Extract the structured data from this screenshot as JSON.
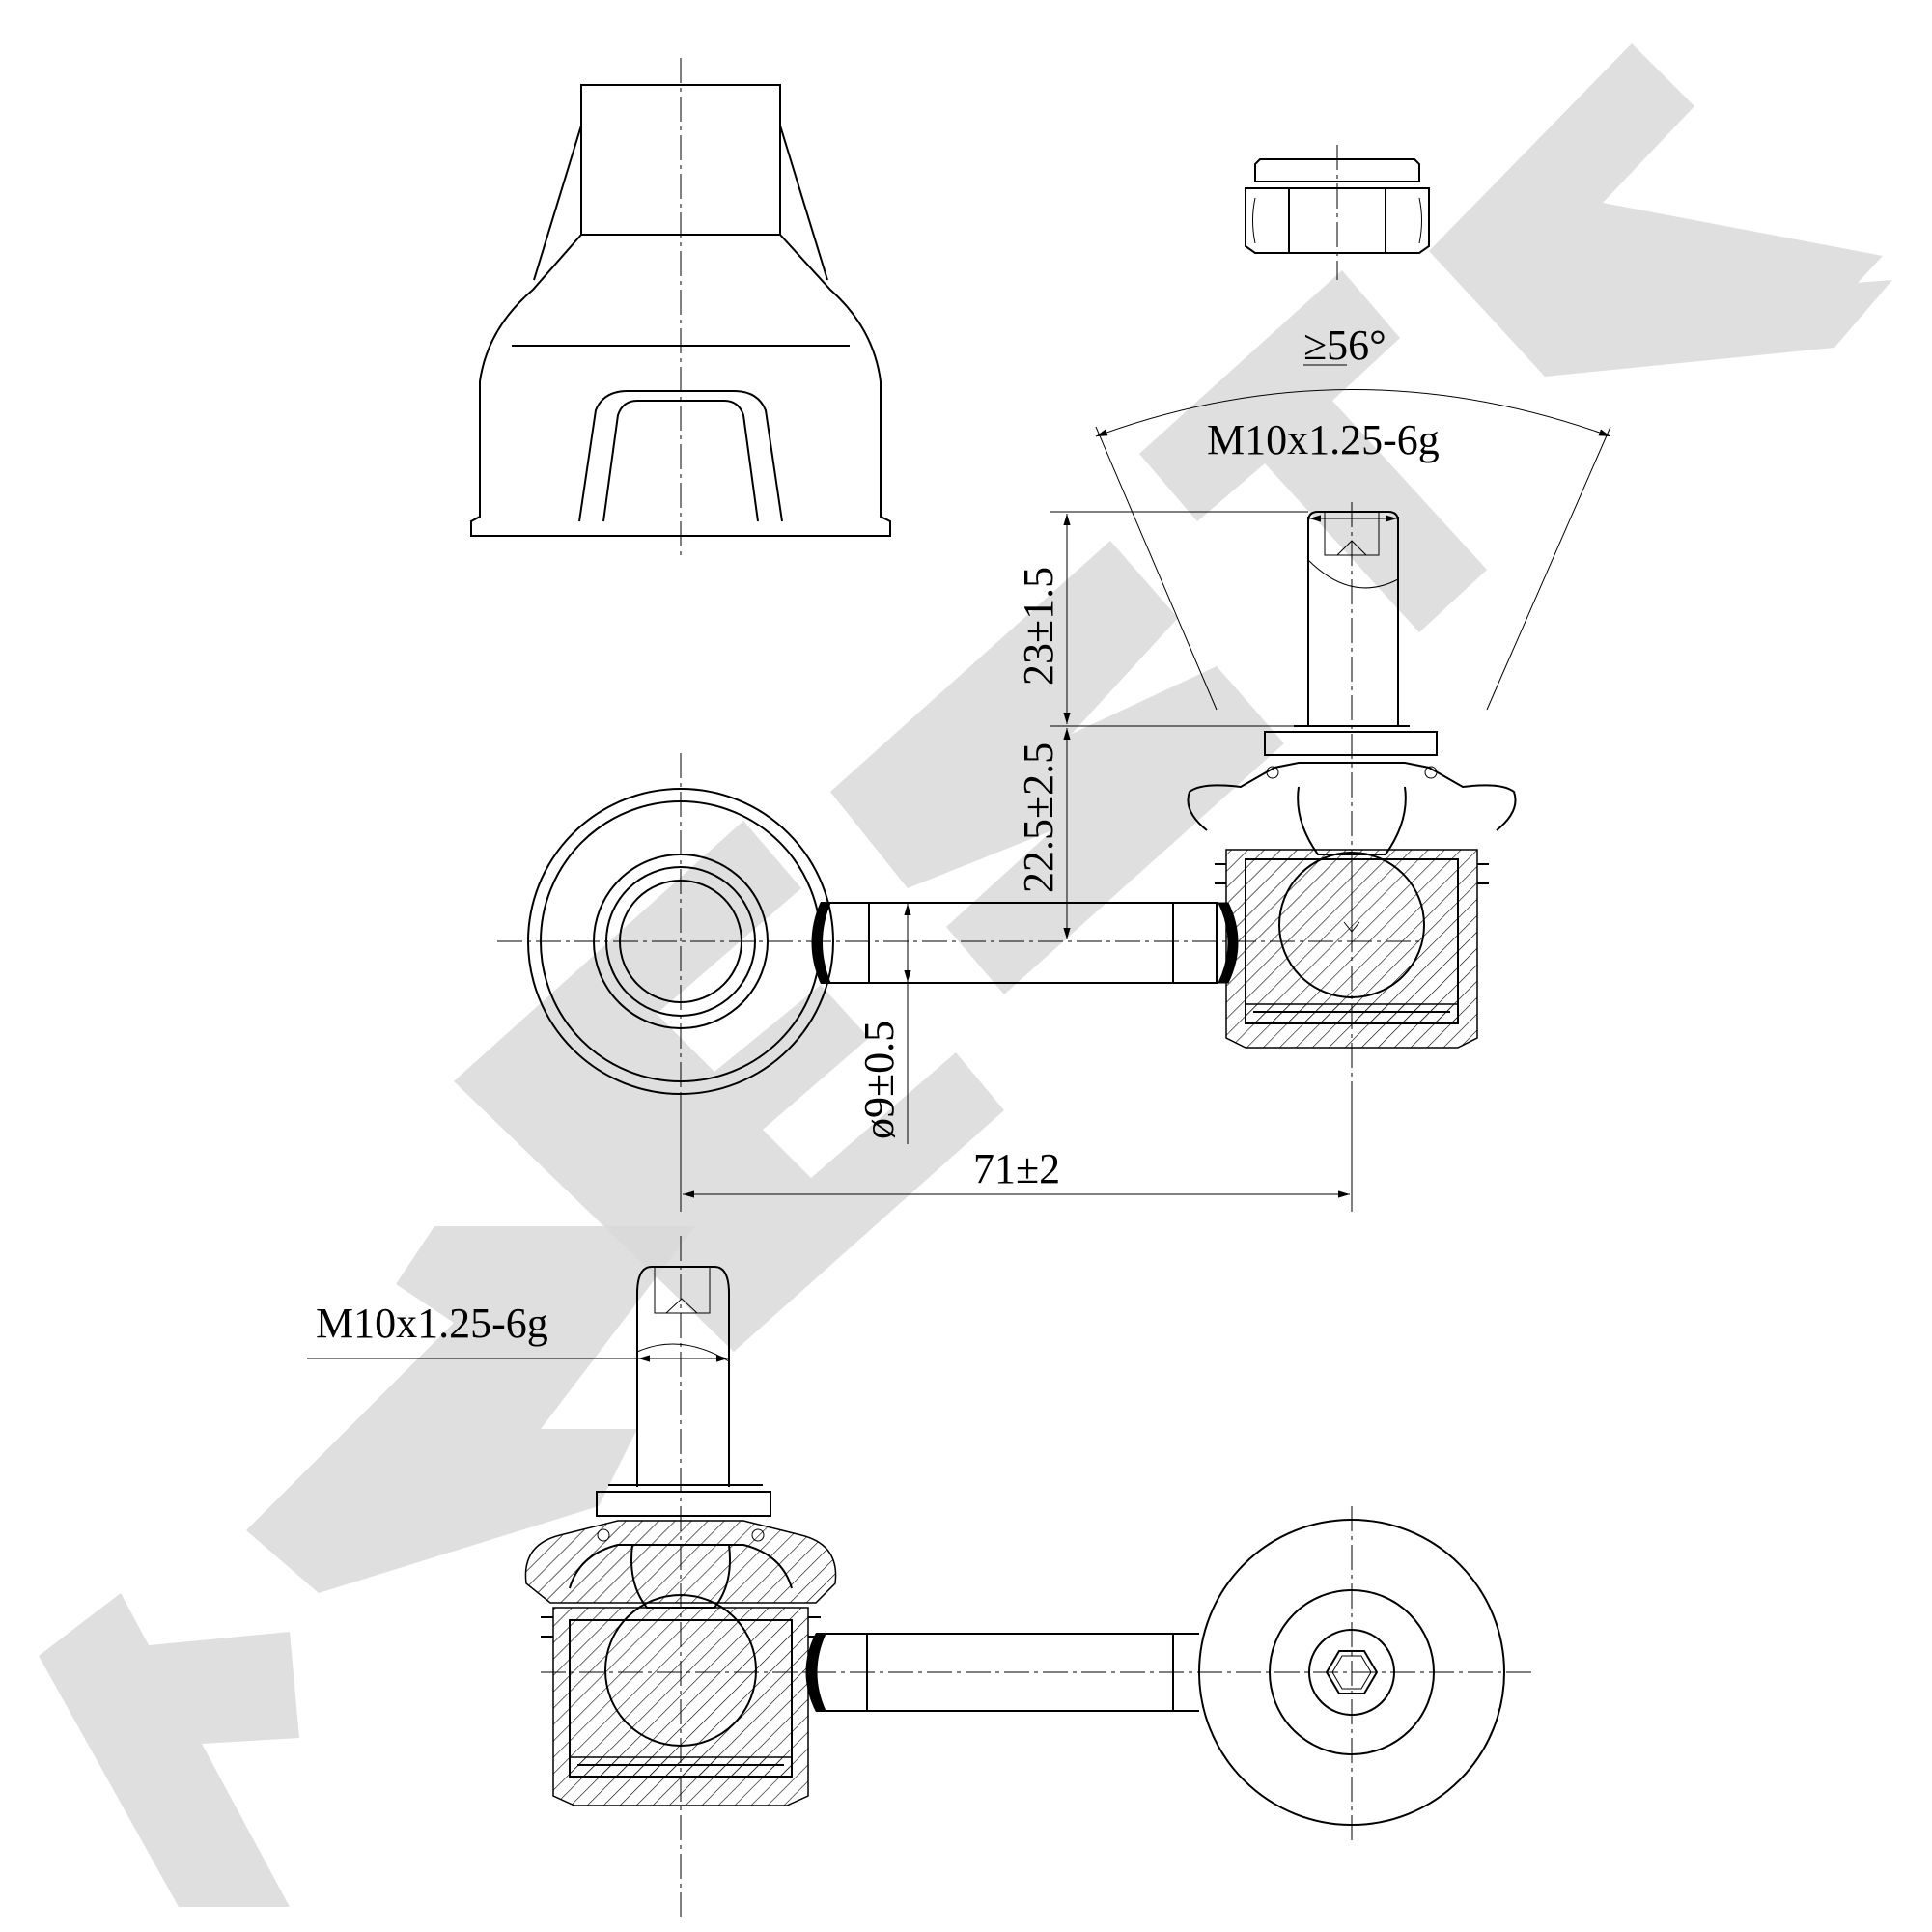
{
  "watermark": {
    "brand": "ZENTEK",
    "color": "#d9d9d9"
  },
  "dimensions": {
    "angle": "≥56°",
    "thread_top": "M10x1.25-6g",
    "stud_length": "23±1.5",
    "body_height": "22.5±2.5",
    "rod_diameter": "ø9±0.5",
    "center_distance": "71±2",
    "thread_bottom": "M10x1.25-6g"
  },
  "views": [
    {
      "name": "boot-side-view"
    },
    {
      "name": "lock-nut"
    },
    {
      "name": "link-side-section"
    },
    {
      "name": "link-front-section"
    }
  ],
  "colors": {
    "line": "#000000",
    "background": "#ffffff"
  }
}
